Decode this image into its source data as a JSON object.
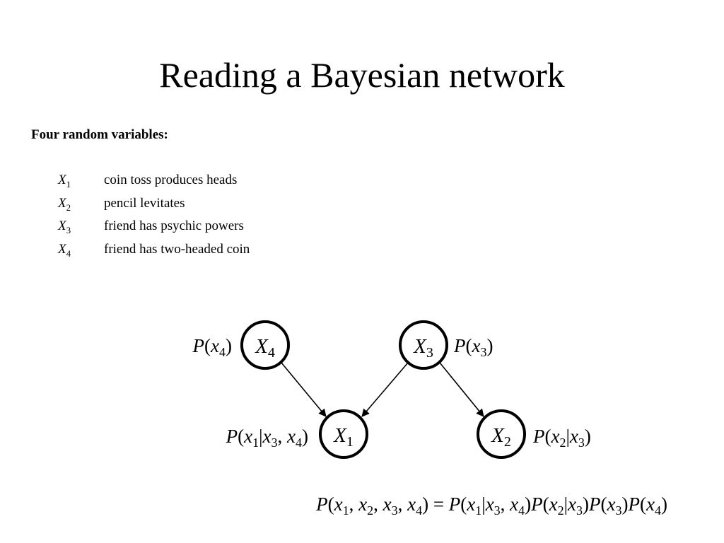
{
  "title": "Reading a Bayesian network",
  "subtitle": "Four random variables:",
  "variables": [
    {
      "name": "X",
      "index": "1",
      "description": "coin toss produces heads"
    },
    {
      "name": "X",
      "index": "2",
      "description": "pencil levitates"
    },
    {
      "name": "X",
      "index": "3",
      "description": "friend has psychic powers"
    },
    {
      "name": "X",
      "index": "4",
      "description": "friend has two-headed coin"
    }
  ],
  "nodes": {
    "x4": {
      "name": "X",
      "index": "4"
    },
    "x3": {
      "name": "X",
      "index": "3"
    },
    "x1": {
      "name": "X",
      "index": "1"
    },
    "x2": {
      "name": "X",
      "index": "2"
    }
  },
  "edges": [
    {
      "from": "x4",
      "to": "x1"
    },
    {
      "from": "x3",
      "to": "x1"
    },
    {
      "from": "x3",
      "to": "x2"
    }
  ],
  "probability_labels": {
    "x4": "P(x4)",
    "x3": "P(x3)",
    "x1": "P(x1|x3, x4)",
    "x2": "P(x2|x3)"
  },
  "joint_formula": "P(x1, x2, x3, x4) = P(x1|x3, x4)P(x2|x3)P(x3)P(x4)"
}
